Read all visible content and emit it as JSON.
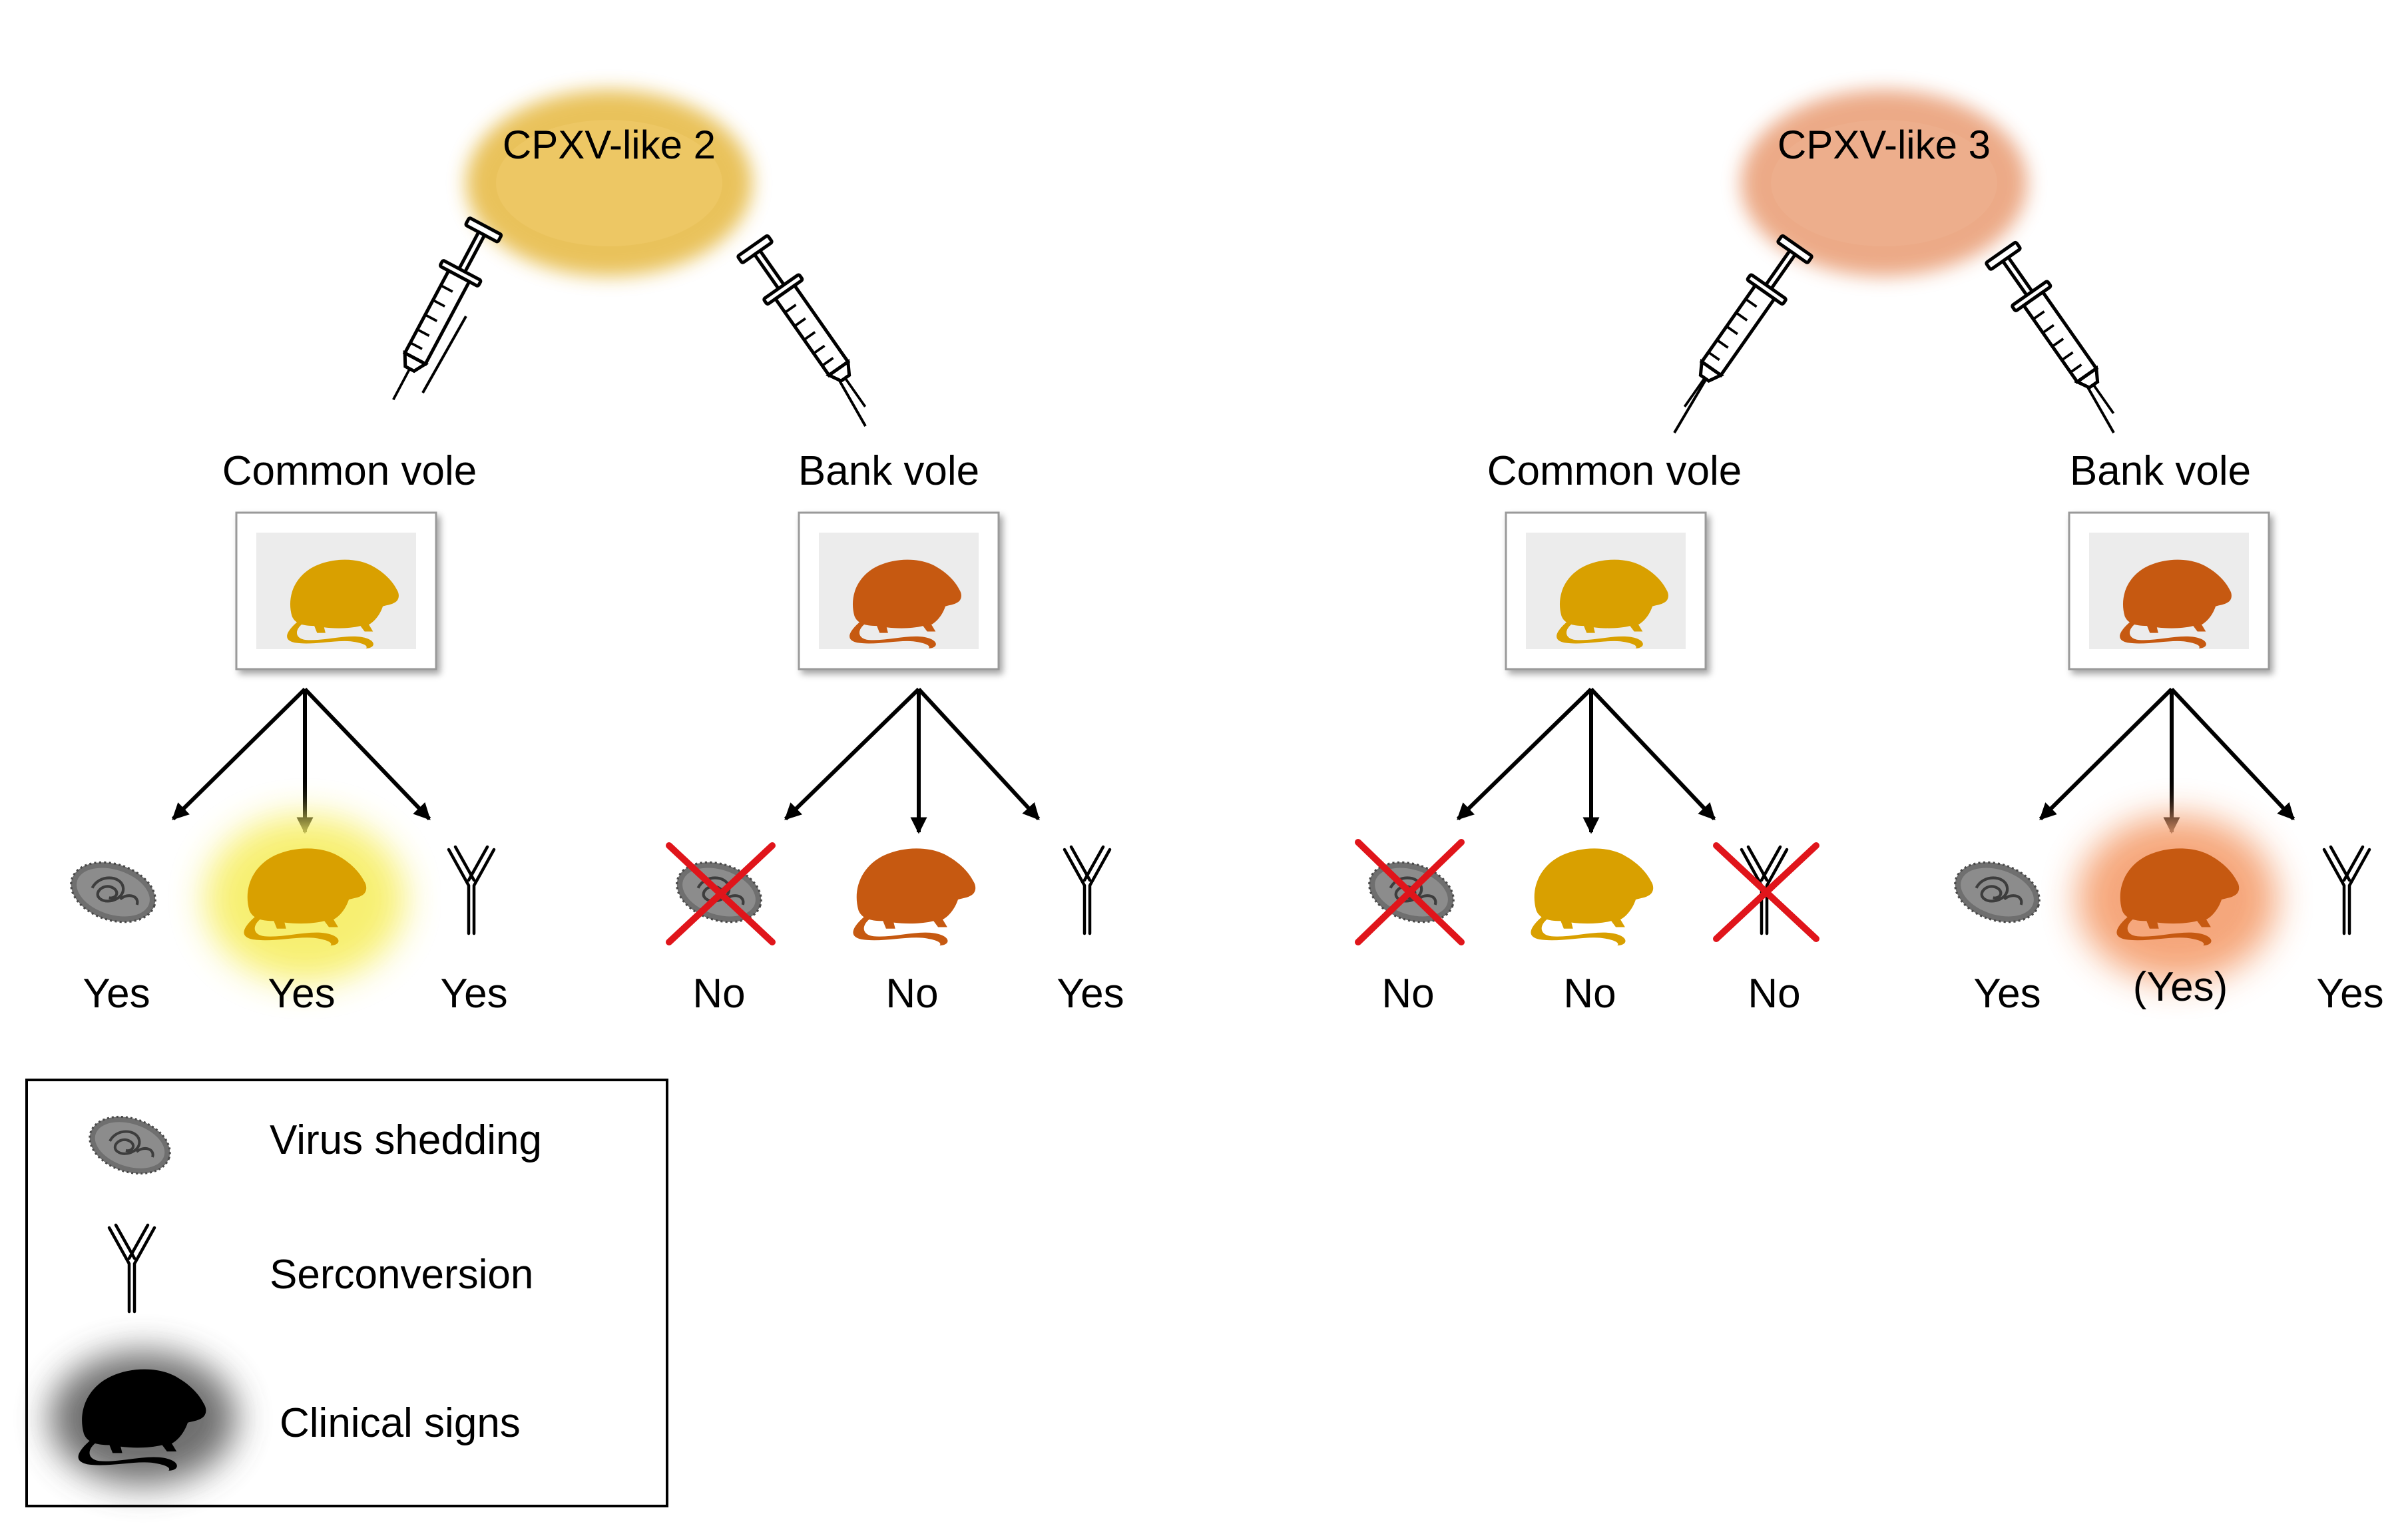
{
  "colors": {
    "common_vole": "#d9a000",
    "bank_vole": "#c65911",
    "virus_gray": "#707070",
    "cross_red": "#e0151b",
    "clinical_black": "#000000",
    "ellipse_cpxv2": "#e8bf52",
    "ellipse_cpxv3": "#eba681",
    "glow_common": "#f7ef6a",
    "glow_bank": "#f5a374"
  },
  "panels": [
    {
      "virus_label": "CPXV-like 2",
      "branches": [
        {
          "host_label": "Common vole",
          "host_color_key": "common_vole",
          "outcomes": [
            {
              "icon": "virus-shedding-icon",
              "answer": "Yes",
              "crossed": false
            },
            {
              "icon": "clinical-signs-icon",
              "answer": "Yes",
              "crossed": false,
              "glow": true
            },
            {
              "icon": "antibody-icon",
              "answer": "Yes",
              "crossed": false
            }
          ]
        },
        {
          "host_label": "Bank vole",
          "host_color_key": "bank_vole",
          "outcomes": [
            {
              "icon": "virus-shedding-icon",
              "answer": "No",
              "crossed": true
            },
            {
              "icon": "clinical-signs-icon",
              "answer": "No",
              "crossed": false,
              "glow": false
            },
            {
              "icon": "antibody-icon",
              "answer": "Yes",
              "crossed": false
            }
          ]
        }
      ]
    },
    {
      "virus_label": "CPXV-like 3",
      "branches": [
        {
          "host_label": "Common vole",
          "host_color_key": "common_vole",
          "outcomes": [
            {
              "icon": "virus-shedding-icon",
              "answer": "No",
              "crossed": true
            },
            {
              "icon": "clinical-signs-icon",
              "answer": "No",
              "crossed": false,
              "glow": false
            },
            {
              "icon": "antibody-icon",
              "answer": "No",
              "crossed": true
            }
          ]
        },
        {
          "host_label": "Bank vole",
          "host_color_key": "bank_vole",
          "outcomes": [
            {
              "icon": "virus-shedding-icon",
              "answer": "Yes",
              "crossed": false
            },
            {
              "icon": "clinical-signs-icon",
              "answer": "(Yes)",
              "crossed": false,
              "glow": true
            },
            {
              "icon": "antibody-icon",
              "answer": "Yes",
              "crossed": false
            }
          ]
        }
      ]
    }
  ],
  "legend": {
    "items": [
      {
        "icon": "virus-shedding-icon",
        "label": "Virus shedding"
      },
      {
        "icon": "antibody-icon",
        "label": "Serconversion"
      },
      {
        "icon": "clinical-signs-icon",
        "label": "Clinical signs"
      }
    ]
  }
}
